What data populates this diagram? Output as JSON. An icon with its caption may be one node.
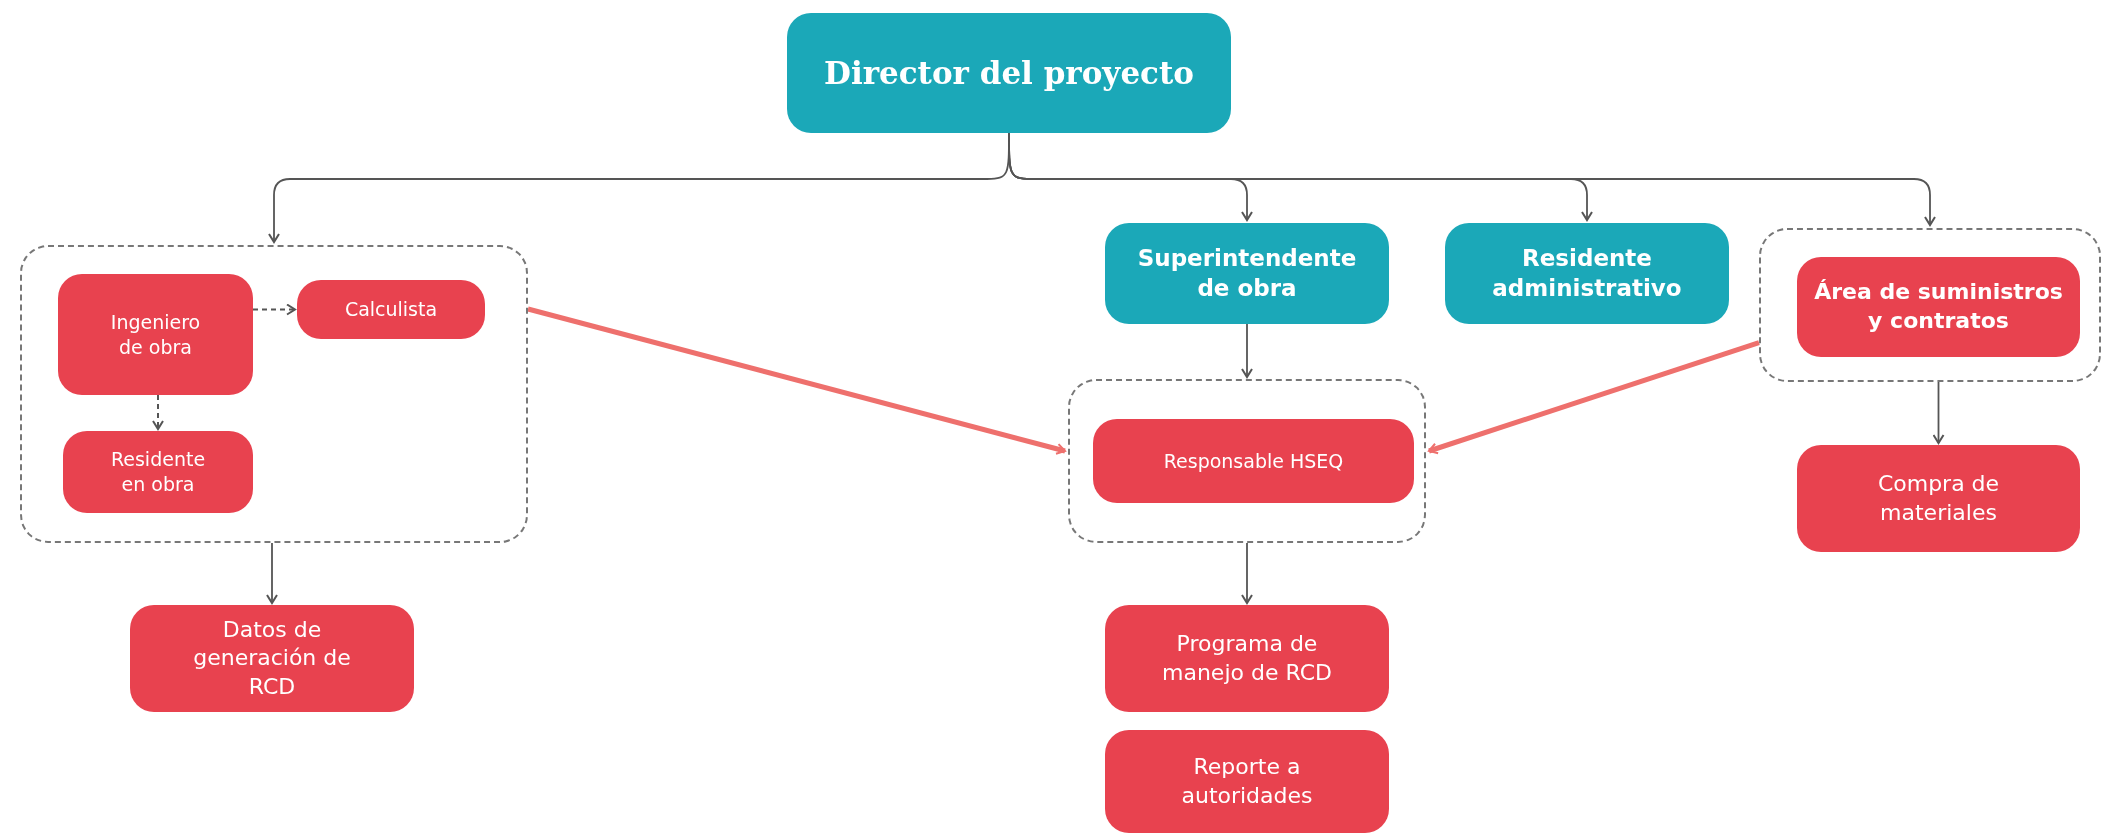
{
  "diagram": {
    "nodes": [
      {
        "text": [
          "Director del proyecto"
        ]
      },
      {
        "text": [],
        "shape": "box"
      },
      {
        "text": [
          "Ingeniero de obra"
        ],
        "in": 1
      },
      {
        "text": [
          "Calculista"
        ],
        "in": 1
      },
      {
        "text": [
          "Residente en obra"
        ],
        "in": 1
      },
      {
        "text": [
          "Datos de generación de RCD"
        ]
      },
      {
        "text": [
          "Superintendente de obra"
        ]
      },
      {
        "text": [
          "Residente administrativo"
        ]
      },
      {
        "text": [],
        "shape": "box"
      },
      {
        "text": [
          "Área de suministros y contratos"
        ],
        "in": 8
      },
      {
        "text": [
          "Compra de materiales"
        ]
      },
      {
        "text": [],
        "shape": "box"
      },
      {
        "text": [
          "Responsable HSEQ"
        ],
        "in": 11
      },
      {
        "text": [
          "Programa de manejo de RCD"
        ]
      },
      {
        "text": [
          "Reporte a autoridades"
        ]
      }
    ],
    "edges": [
      {
        "from": 0,
        "to": 1,
        "arrow": "to"
      },
      {
        "from": 0,
        "to": 6,
        "arrow": "to"
      },
      {
        "from": 0,
        "to": 7,
        "arrow": "to"
      },
      {
        "from": 0,
        "to": 8,
        "arrow": "to"
      },
      {
        "from": 2,
        "to": 3,
        "arrow": "to",
        "style": "dashed"
      },
      {
        "from": 2,
        "to": 4,
        "arrow": "to",
        "style": "dashed"
      },
      {
        "from": 1,
        "to": 5,
        "arrow": "to"
      },
      {
        "from": 1,
        "to": 11,
        "arrow": "to",
        "style": "thick",
        "color": "#ee706d"
      },
      {
        "from": 8,
        "to": 11,
        "arrow": "to",
        "style": "thick",
        "color": "#ee706d"
      },
      {
        "from": 6,
        "to": 11,
        "arrow": "to"
      },
      {
        "from": 11,
        "to": 13,
        "arrow": "to"
      },
      {
        "from": 8,
        "to": 10,
        "arrow": "to"
      }
    ]
  }
}
